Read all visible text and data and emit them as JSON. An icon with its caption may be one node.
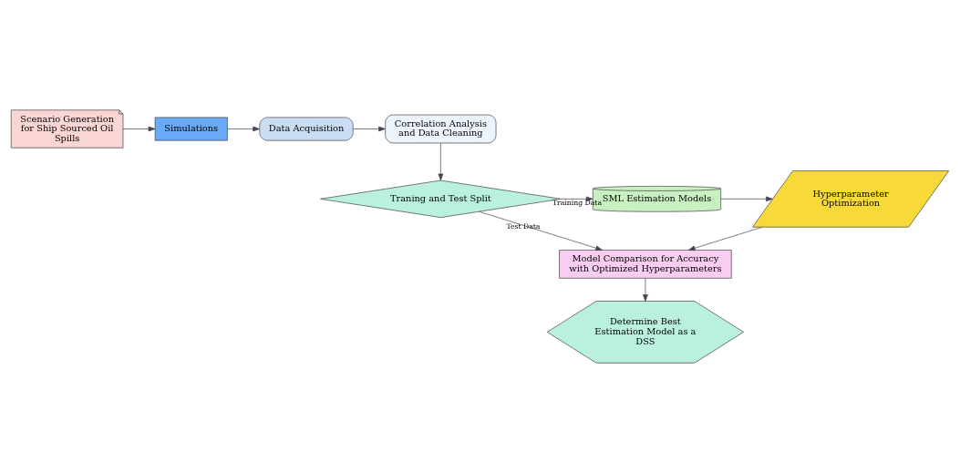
{
  "diagram": {
    "nodes": [
      {
        "text": [
          "Scenario Generation for Ship Sourced Oil Spills"
        ]
      },
      {
        "text": [
          "Simulations"
        ]
      },
      {
        "text": [
          "Data Acquisition"
        ]
      },
      {
        "text": [
          "Correlation Analysis and Data Cleaning"
        ]
      },
      {
        "text": [
          "Traning and Test Split"
        ]
      },
      {
        "text": [
          "SML Estimation Models"
        ]
      },
      {
        "text": [
          "Hyperparameter Optimization"
        ]
      },
      {
        "text": [
          "Model Comparison for Accuracy with Optimized Hyperparameters"
        ]
      },
      {
        "text": [
          "Determine Best Estimation Model as a DSS"
        ]
      }
    ],
    "edges": [
      {
        "from": 0,
        "to": 1,
        "arrow": "to"
      },
      {
        "from": 1,
        "to": 2,
        "arrow": "to"
      },
      {
        "from": 2,
        "to": 3,
        "arrow": "to"
      },
      {
        "from": 3,
        "to": 4,
        "arrow": "to"
      },
      {
        "from": 4,
        "to": 5,
        "arrow": "to",
        "label": "Training Data"
      },
      {
        "from": 5,
        "to": 6,
        "arrow": "to"
      },
      {
        "from": 6,
        "to": 7,
        "arrow": "to"
      },
      {
        "from": 4,
        "to": 7,
        "arrow": "to",
        "label": "Test Data"
      },
      {
        "from": 7,
        "to": 8,
        "arrow": "to"
      }
    ]
  }
}
